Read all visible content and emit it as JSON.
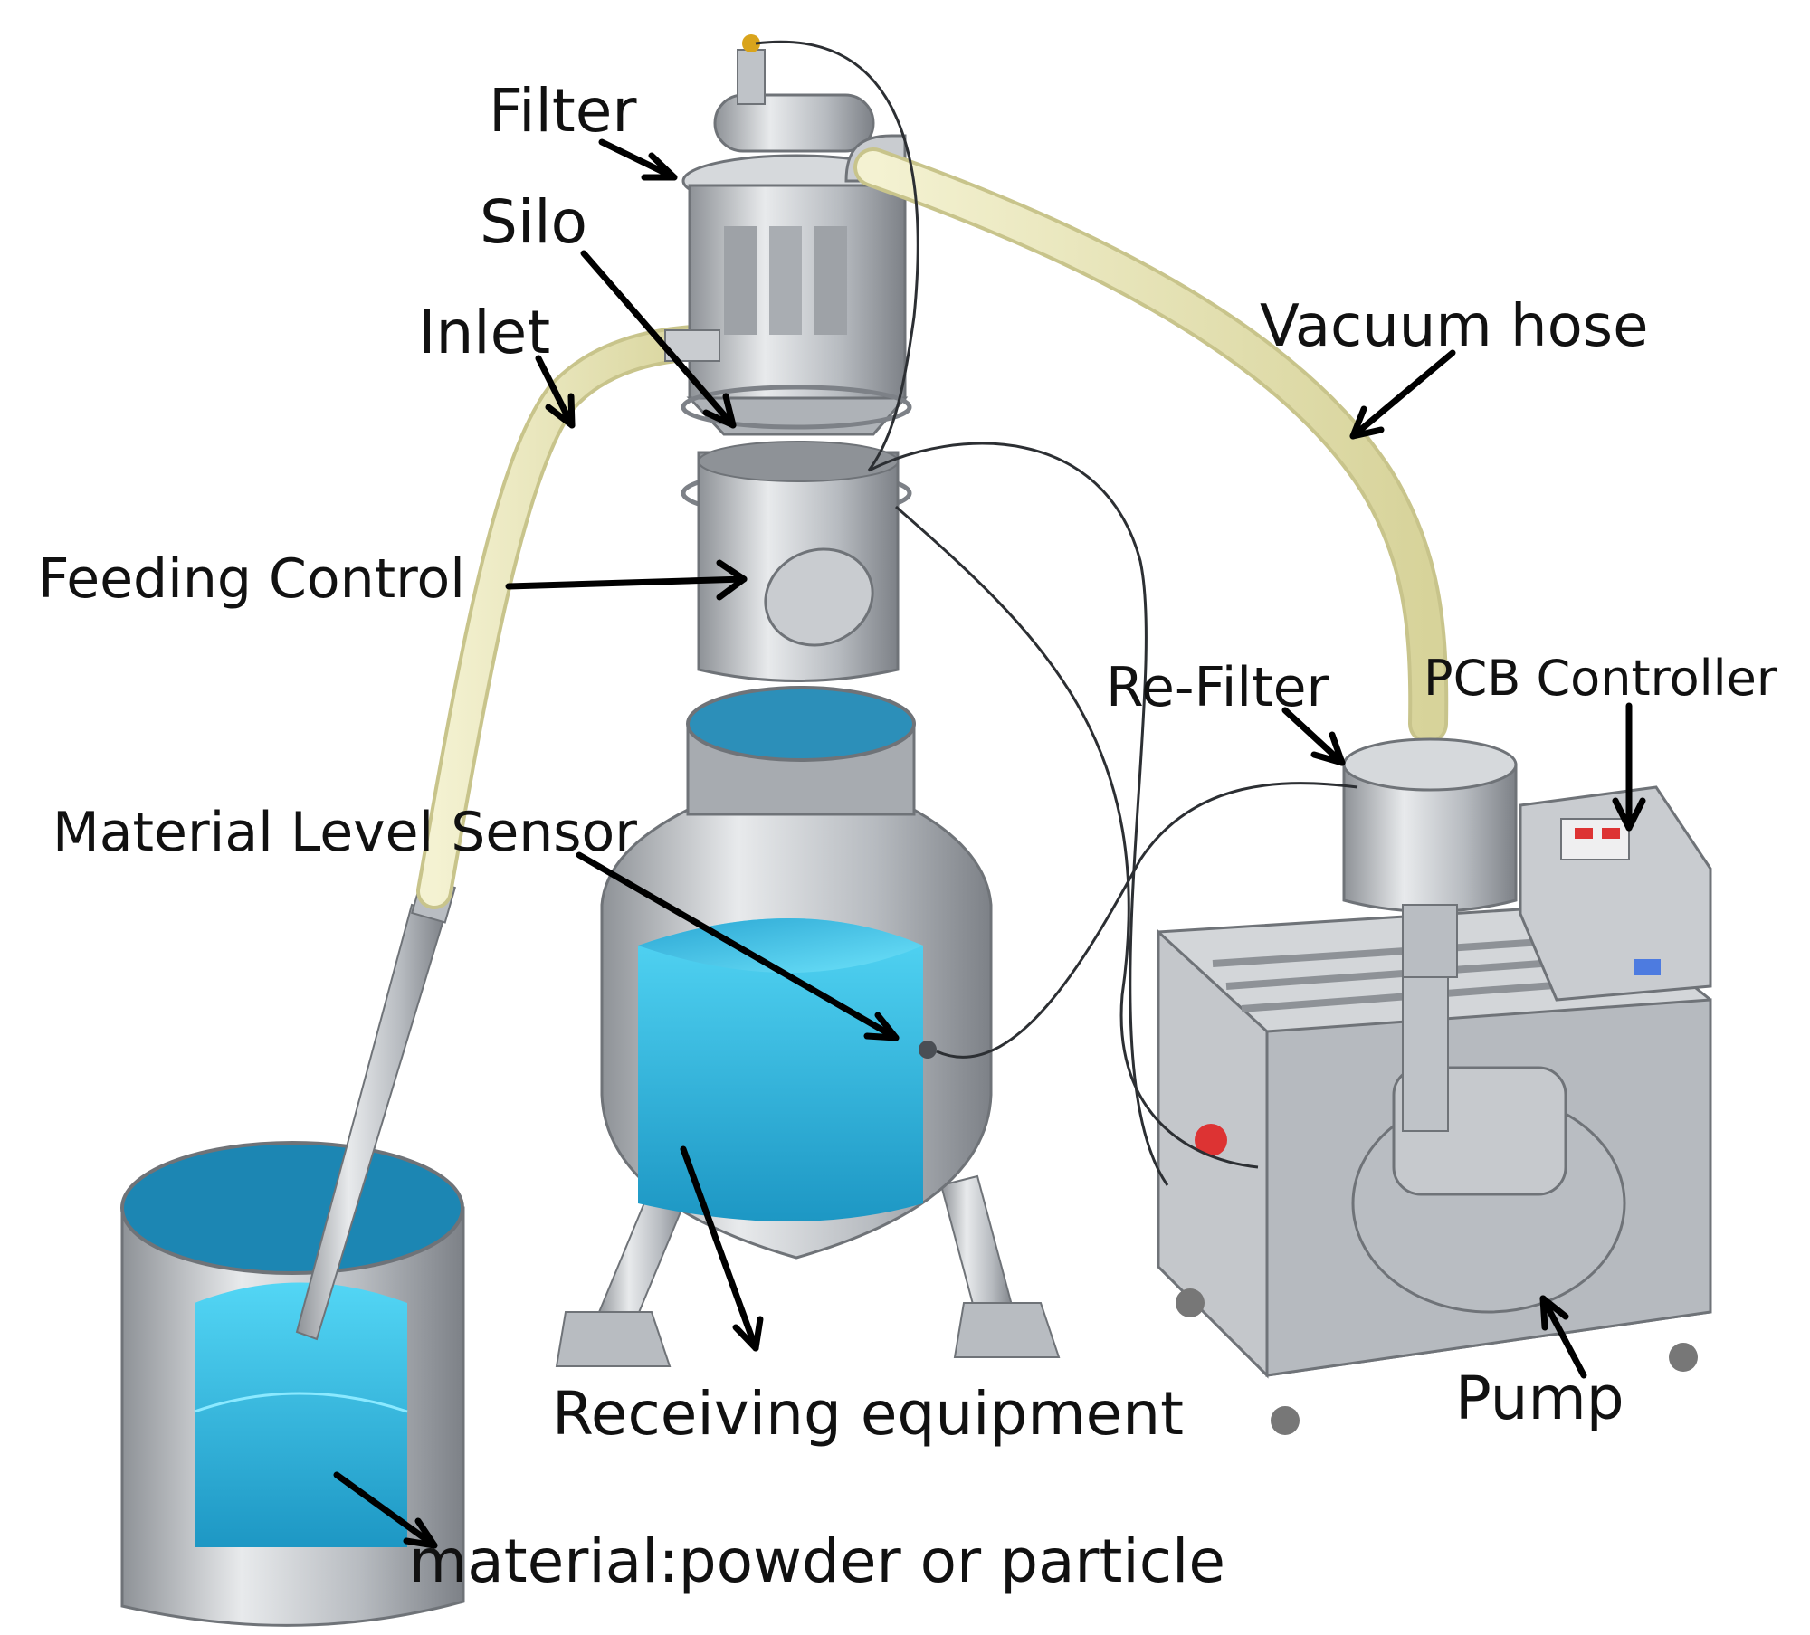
{
  "labels": {
    "filter": "Filter",
    "silo": "Silo",
    "inlet": "Inlet",
    "feeding_control": "Feeding Control",
    "vacuum_hose": "Vacuum hose",
    "re_filter": "Re-Filter",
    "pcb_controller": "PCB Controller",
    "material_level_sensor": "Material Level Sensor",
    "receiving_equipment": "Receiving equipment",
    "pump": "Pump",
    "material": "material:powder or particle"
  },
  "colors": {
    "steel": "#c9ccd0",
    "steel_dark": "#8c9096",
    "material_blue": "#2fb6dc",
    "hose": "#e9e6b5",
    "label": "#111111"
  }
}
